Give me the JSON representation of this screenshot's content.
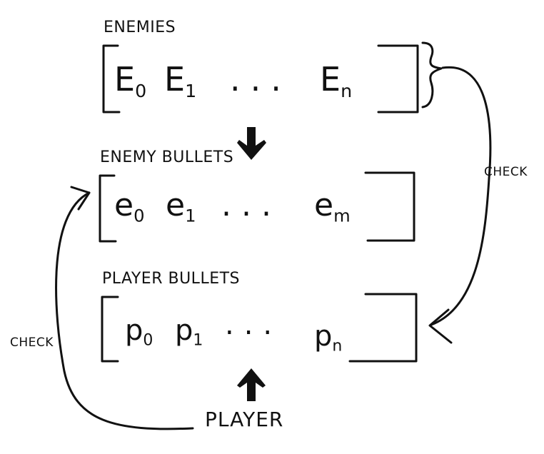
{
  "diagram": {
    "enemies": {
      "heading": "ENEMIES",
      "items": [
        {
          "base": "E",
          "sub": "0"
        },
        {
          "base": "E",
          "sub": "1"
        },
        {
          "base": "E",
          "sub": "n"
        }
      ],
      "ellipsis": "..."
    },
    "enemy_bullets": {
      "heading": "ENEMY BULLETS",
      "items": [
        {
          "base": "e",
          "sub": "0"
        },
        {
          "base": "e",
          "sub": "1"
        },
        {
          "base": "e",
          "sub": "m"
        }
      ],
      "ellipsis": "..."
    },
    "player_bullets": {
      "heading": "PLAYER BULLETS",
      "items": [
        {
          "base": "p",
          "sub": "0"
        },
        {
          "base": "p",
          "sub": "1"
        },
        {
          "base": "p",
          "sub": "n"
        }
      ],
      "ellipsis": "..."
    },
    "player_label": "PLAYER",
    "check_right": "CHECK",
    "check_left": "CHECK"
  }
}
